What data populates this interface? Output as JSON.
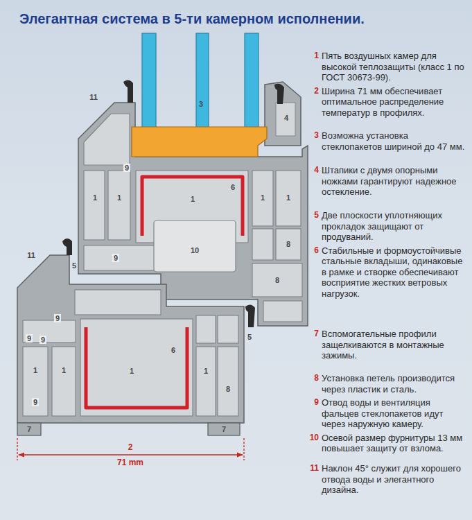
{
  "diagram": {
    "title": "Элегантная система в 5-ти камерном исполнении.",
    "labels": [
      "1",
      "Пять воздушных камер для высокой теплозащиты (класс 1 по ГОСТ 30673-99).",
      "2",
      "Ширина 71 мм обеспечивает оптимальное распределение температур в профилях.",
      "3",
      "Возможна установка стеклопакетов шириной до 47 мм.",
      "4",
      "Штапики с двумя опорными ножками гарантируют надежное остекление.",
      "5",
      "Две плоскости уплотняющих прокладок защищают от продуваний.",
      "6",
      "Стабильные и формоустойчивые стальные вкладыши, одинаковые в рамке и створке обеспечивают восприятие жестких ветровых нагрузок.",
      "7",
      "Вспомогательные профили защелкиваются в монтажные зажимы.",
      "8",
      "Установка петель производится через пластик и сталь.",
      "9",
      "Отвод воды и вентиляция фальцев стеклопакетов идут через наружную камеру.",
      "10",
      "Осевой размер фурнитуры 13 мм повышает защиту от взлома.",
      "11",
      "Наклон 45° служит для хорошего отвода воды и элегантного дизайна.",
      "11",
      "3",
      "4",
      "9",
      "1",
      "1",
      "6",
      "1",
      "1",
      "1",
      "8",
      "10",
      "11",
      "5",
      "9",
      "8",
      "9",
      "5",
      "9",
      "9",
      "6",
      "1",
      "1",
      "1",
      "1",
      "8",
      "9",
      "7",
      "7",
      "2",
      "71 mm"
    ]
  }
}
